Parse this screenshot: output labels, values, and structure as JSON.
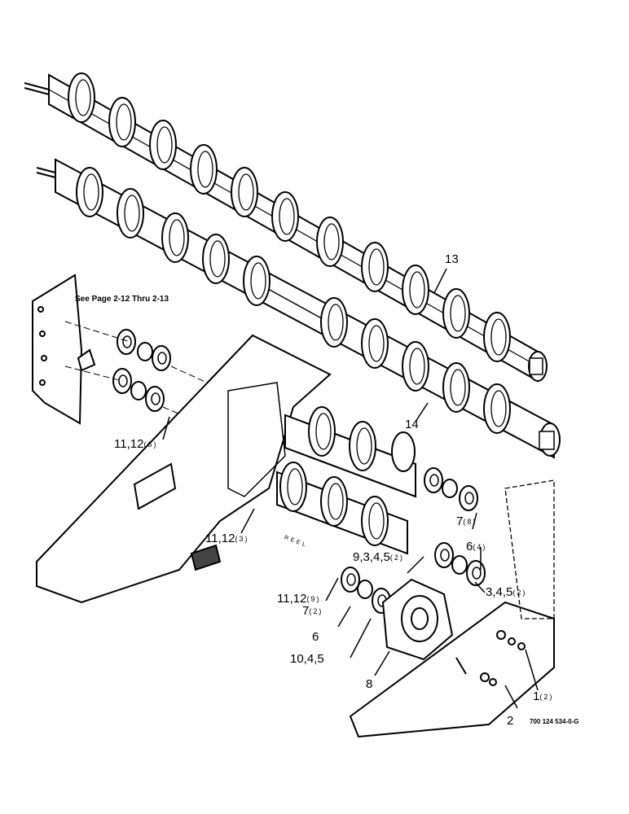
{
  "note": "See Page 2-12 Thru 2-13",
  "part_code": "700 124 534-0-G",
  "reel_text": "REEL",
  "callouts": {
    "c13": {
      "label": "13"
    },
    "c14": {
      "label": "14"
    },
    "c11_12_6": {
      "label": "11,12",
      "qty": "(6)"
    },
    "c11_12_3": {
      "label": "11,12",
      "qty": "(3)"
    },
    "c7_8": {
      "label": "7",
      "qty": "(8)"
    },
    "c6_4": {
      "label": "6",
      "qty": "(4)"
    },
    "c9345": {
      "label": "9,3,4,5",
      "qty": "(2)"
    },
    "c345": {
      "label": "3,4,5",
      "qty": "(2)"
    },
    "c11_12_9": {
      "label": "11,12",
      "qty": "(9)"
    },
    "c7_2": {
      "label": "7",
      "qty": "(2)"
    },
    "c6": {
      "label": "6"
    },
    "c1045": {
      "label": "10,4,5"
    },
    "c8": {
      "label": "8"
    },
    "c1_2": {
      "label": "1",
      "qty": "(2)"
    },
    "c2": {
      "label": "2"
    }
  }
}
